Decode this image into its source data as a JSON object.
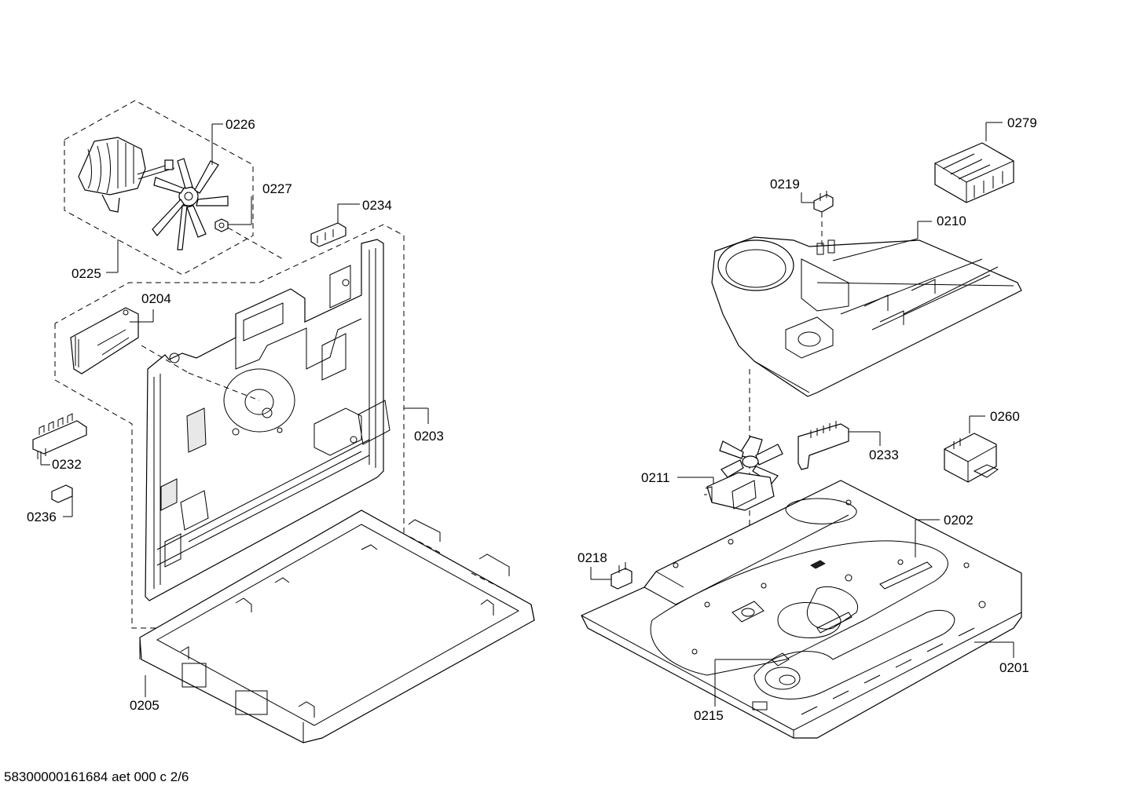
{
  "footer": {
    "text": "58300000161684 aet 000 c 2/6"
  },
  "labels": {
    "p0226": "0226",
    "p0227": "0227",
    "p0225": "0225",
    "p0234": "0234",
    "p0204": "0204",
    "p0203": "0203",
    "p0232": "0232",
    "p0236": "0236",
    "p0205": "0205",
    "p0279": "0279",
    "p0219": "0219",
    "p0210": "0210",
    "p0260": "0260",
    "p0233": "0233",
    "p0211": "0211",
    "p0202": "0202",
    "p0218": "0218",
    "p0201": "0201",
    "p0215": "0215"
  }
}
